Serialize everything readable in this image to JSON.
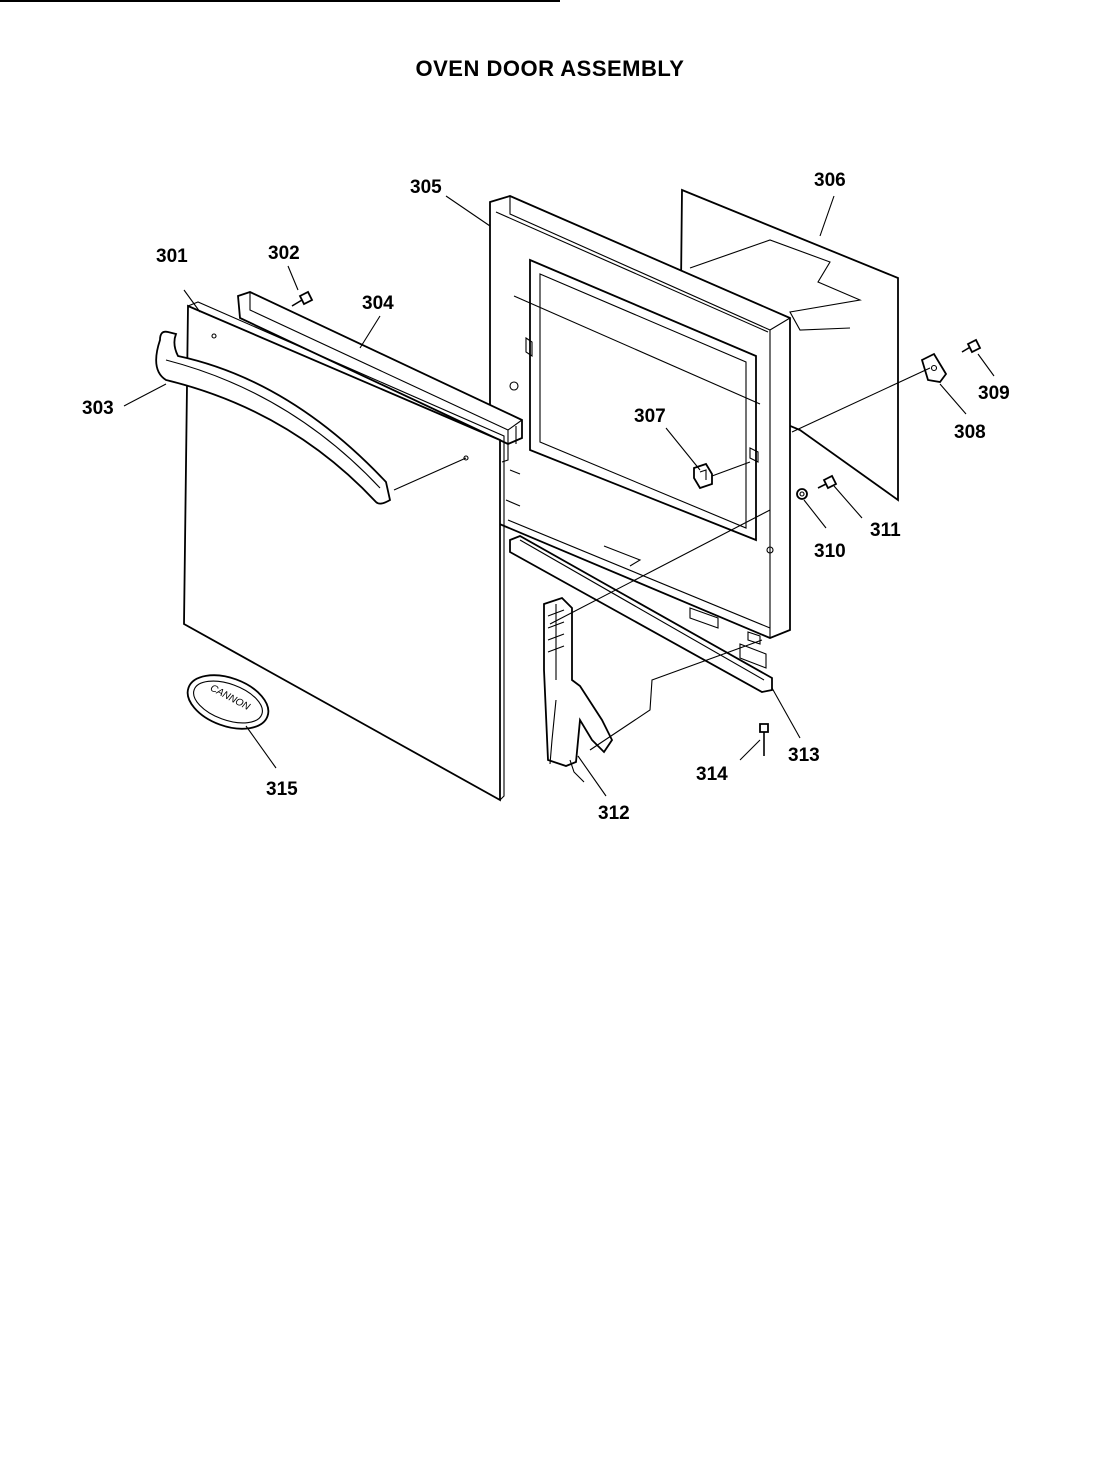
{
  "title": "OVEN DOOR ASSEMBLY",
  "logo_text": "CANNON",
  "parts": [
    {
      "id": "301",
      "label": "301"
    },
    {
      "id": "302",
      "label": "302"
    },
    {
      "id": "303",
      "label": "303"
    },
    {
      "id": "304",
      "label": "304"
    },
    {
      "id": "305",
      "label": "305"
    },
    {
      "id": "306",
      "label": "306"
    },
    {
      "id": "307",
      "label": "307"
    },
    {
      "id": "308",
      "label": "308"
    },
    {
      "id": "309",
      "label": "309"
    },
    {
      "id": "310",
      "label": "310"
    },
    {
      "id": "311",
      "label": "311"
    },
    {
      "id": "312",
      "label": "312"
    },
    {
      "id": "313",
      "label": "313"
    },
    {
      "id": "314",
      "label": "314"
    },
    {
      "id": "315",
      "label": "315"
    }
  ]
}
